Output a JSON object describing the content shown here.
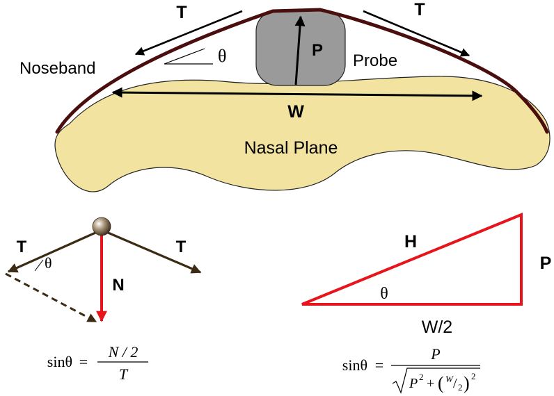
{
  "top": {
    "tension_left": "T",
    "tension_right": "T",
    "noseband": "Noseband",
    "angle": "θ",
    "force_p": "P",
    "probe": "Probe",
    "width": "W",
    "nasal_plane": "Nasal Plane"
  },
  "force_diagram": {
    "tension_left": "T",
    "tension_right": "T",
    "angle": "θ",
    "normal": "N",
    "formula": {
      "lhs": "sinθ",
      "eq": "=",
      "numerator": "N / 2",
      "denominator": "T"
    }
  },
  "triangle": {
    "hypotenuse": "H",
    "opposite": "P",
    "angle": "θ",
    "base": "W/2",
    "formula": {
      "lhs": "sinθ",
      "eq": "=",
      "numerator": "P",
      "den_p": "P",
      "den_p_exp": "2",
      "den_plus": "+",
      "den_w": "W",
      "den_slash": "/",
      "den_two": "2",
      "den_exp": "2"
    }
  },
  "colors": {
    "nasal_fill": "#f3e3a0",
    "noseband": "#4a0e0e",
    "probe_fill": "#9a9a9a",
    "vector_brown": "#3b2a14",
    "red": "#e8141b"
  }
}
